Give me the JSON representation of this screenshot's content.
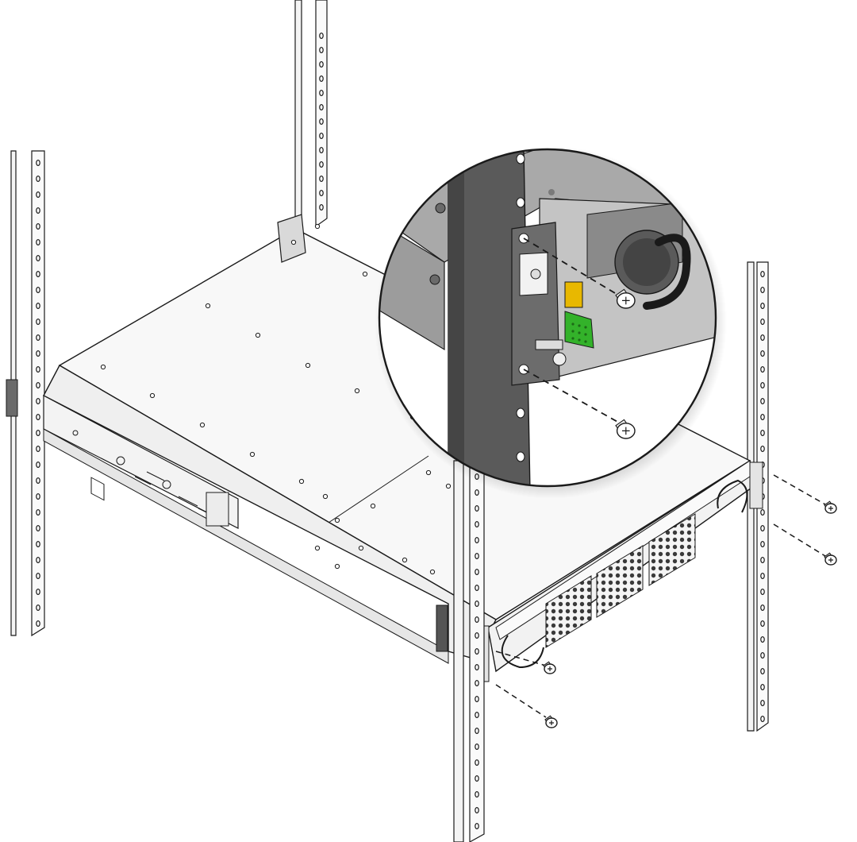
{
  "colors": {
    "background": "#ffffff",
    "line": "#1a1a1a",
    "chassis_top": "#f7f7f7",
    "chassis_side": "#eeeeee",
    "front_panel": "#f2f2f2",
    "rail_post": "#555555",
    "zoom_panel": "#9a9a9a",
    "zoom_chassis": "#b8b8b8",
    "connector_yellow": "#e8b800",
    "connector_green": "#33b22a"
  },
  "icons": {
    "left_rack_posts": "rack-post",
    "right_rack_posts": "rack-post",
    "server_chassis": "server-chassis",
    "mounting_screws": "screw",
    "detail_magnifier": "magnifier-circle"
  },
  "screws": {
    "count_main": 4,
    "count_detail": 2
  }
}
